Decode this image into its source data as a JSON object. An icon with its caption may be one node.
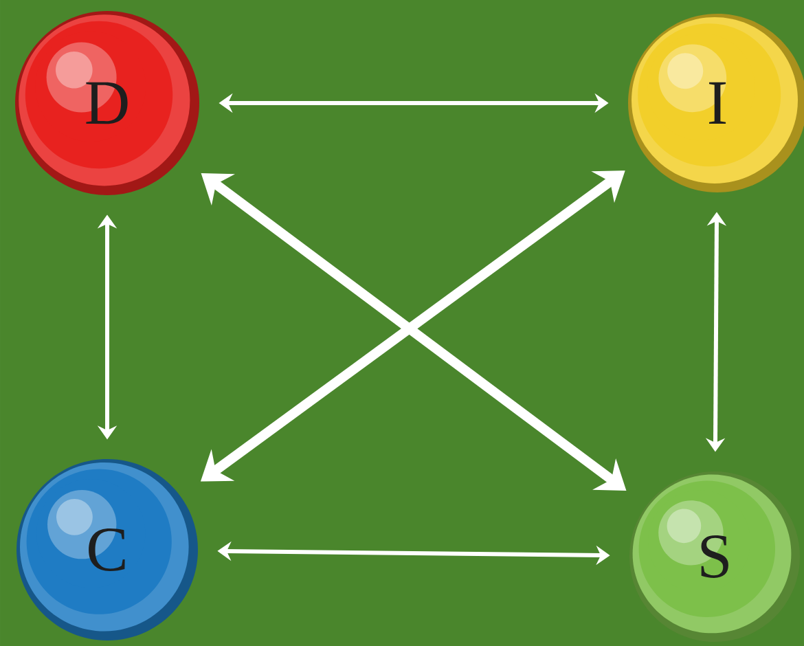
{
  "diagram": {
    "nodes": [
      {
        "text": [
          "D"
        ]
      },
      {
        "text": [
          "I"
        ]
      },
      {
        "text": [
          "C"
        ]
      },
      {
        "text": [
          "S"
        ]
      }
    ],
    "edges": [
      {
        "from": 0,
        "to": 1,
        "arrow": "both"
      },
      {
        "from": 0,
        "to": 2,
        "arrow": "both"
      },
      {
        "from": 1,
        "to": 3,
        "arrow": "both"
      },
      {
        "from": 2,
        "to": 3,
        "arrow": "both"
      },
      {
        "from": 0,
        "to": 3,
        "arrow": "both",
        "style": "thick"
      },
      {
        "from": 1,
        "to": 2,
        "arrow": "both",
        "style": "thick"
      }
    ]
  }
}
